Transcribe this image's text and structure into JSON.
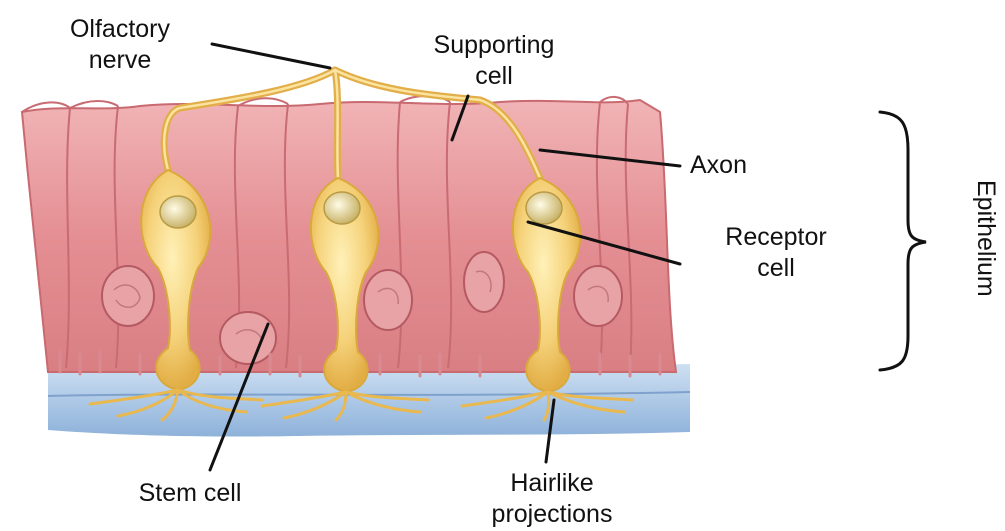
{
  "labels": {
    "olfactory_nerve": [
      "Olfactory",
      "nerve"
    ],
    "supporting_cell": [
      "Supporting",
      "cell"
    ],
    "axon": "Axon",
    "receptor_cell": [
      "Receptor",
      "cell"
    ],
    "stem_cell": "Stem cell",
    "hairlike_projections": [
      "Hairlike",
      "projections"
    ],
    "epithelium": "Epithelium"
  },
  "colors": {
    "supporting_cell_fill": "#e89a9c",
    "supporting_cell_edge": "#c86a70",
    "receptor_cell_fill": "#f3cf72",
    "receptor_cell_edge": "#d9a93c",
    "basal_layer": "#a9c6e6",
    "leader_line": "#111111"
  }
}
